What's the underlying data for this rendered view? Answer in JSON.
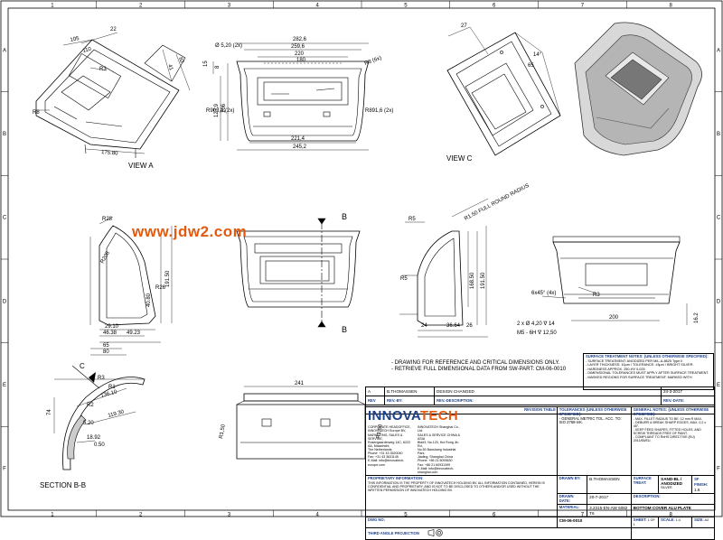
{
  "grid": {
    "columns": [
      "1",
      "2",
      "3",
      "4",
      "5",
      "6",
      "7",
      "8"
    ],
    "rows": [
      "A",
      "B",
      "C",
      "D",
      "E",
      "F"
    ]
  },
  "watermark": "www.jdw2.com",
  "views": {
    "view_a": {
      "label": "VIEW A",
      "dims": [
        "105",
        "22",
        "110",
        "R3",
        "R8",
        "41",
        "82",
        "175.80"
      ]
    },
    "front": {
      "dims": [
        "282,6",
        "259,6",
        "220",
        "180",
        "Ø 5,20 (2x)",
        "15",
        "8",
        "R3 (6x)",
        "R903,4 (2x)",
        "R891,6 (2x)",
        "127,9",
        "106",
        "221,4",
        "245,2"
      ]
    },
    "view_c": {
      "label": "VIEW C",
      "dims": [
        "27",
        "14°",
        "65"
      ]
    },
    "side_left": {
      "dims": [
        "R28",
        "R208",
        "R26",
        "191.50",
        "40.80",
        "29.10",
        "46.38",
        "49.23",
        "65",
        "80"
      ]
    },
    "section_front": {
      "cut_label": "B"
    },
    "side_right": {
      "dims": [
        "R5",
        "R1.50 FULL ROUND RADIUS",
        "R5",
        "168.50",
        "191.50",
        "24",
        "36.64",
        "26",
        "2 x Ø 4,20 ∇ 14",
        "M5 - 6H ∇ 12,50"
      ]
    },
    "right_front": {
      "dims": [
        "6x45° (4x)",
        "R3",
        "200",
        "16.2"
      ]
    },
    "section_bb": {
      "label": "SECTION B-B",
      "cut_label": "C",
      "dims": [
        "R3",
        "R1",
        "74",
        "136.10",
        "R2",
        "119.30",
        "5.20",
        "18.92",
        "0.50"
      ]
    },
    "bottom": {
      "dims": [
        "241",
        "R1,50",
        "R1,50"
      ]
    }
  },
  "notes": [
    "- DRAWING FOR REFERENCE AND CRITICAL DIMENSIONS ONLY.",
    "- RETRIEVE FULL DIMENSIONAL DATA FROM SW-PART: CM-06-0010"
  ],
  "surface_notes": {
    "title": "SURFACE TREATMENT NOTES: (UNLESS OTHERWISE SPECIFIED):",
    "items": [
      "- SURFACE TREATMENT: ANODIZED PER MIL-A-8625 Type II",
      "- LAYER THICKNESS: 10µm / TOLERANCE: ±3µm / BRIGHT SILVER.",
      "- HARDNESS APPROX. 250-HV 0,025",
      "- DIMENSIONAL TOLERANCES MUST APPLY AFTER SURFACE TREATMENT.",
      "- MASKED REGIONS FOR SURFACE TREATMENT: MARKED WITH"
    ]
  },
  "revision": {
    "rows": [
      {
        "rev": "A",
        "by": "B.THOMASSEN",
        "desc": "DESIGN CHANGED",
        "date": "24-3-2017"
      }
    ],
    "headers": {
      "rev": "REV",
      "by": "REV.-BY:",
      "desc": "REV.-DESCRIPTION:",
      "date": "REV.-DATE:"
    },
    "table_title": "REVISION TABLE"
  },
  "titleblock": {
    "logo_main": "INNOVA",
    "logo_accent": "TECH",
    "company_lines": [
      "CORPORATE HEADOFFICE, INNOVATECH Europe BV, MARKETING, SALES & SERVICE,",
      "Rosengaarderweg 14C, 6222 AA, Maastricht,",
      "The Netherlands",
      "Phone: +31 43 3520040",
      "Fax: +31 43 3631145",
      "E-Mail: info@innovatech-europe.com"
    ],
    "china_lines": [
      "INNOVATECH Shanghai Co., Ltd.",
      "SALES & SERVICE CHINA & ASIA",
      "Bld#3, No.120, Hui Rong Jin Rd,",
      "No.50 Baoshang Industrial Park,",
      "Jiading, Shanghai China",
      "Phone: +86 21 6093630",
      "Fax: +86 21 60931399",
      "E-Mail: info@innovatech-shanghai.com"
    ],
    "proprietary_title": "PROPRIETARY INFORMATION:",
    "proprietary_text": "THIS INFORMATION IS THE PROPERTY OF INNOVATECH HOLDING BV. ALL INFORMATION CONTAINED, HEREIN IS CONFIDENTIAL AND PROPRIETARY, AND IS NOT TO BE DISCLOSED TO OTHERS AND/OR USED WITHOUT THE WRITTEN PERMISSION OF INNOVATECH HOLDING BV.",
    "tolerances_title": "TOLERANCES (UNLESS OTHERWISE SPECIFIED):",
    "tolerances_text": "- GENERAL METRIC TOL. ACC. TO: ISO 2768-mK.",
    "general_title": "GENERAL NOTES: (UNLESS OTHERWISE SPECIFIED):",
    "general_items": [
      "- MAX. FILLET RADIUS TO BE: 12 mm R MAX.",
      "- DEBURR & BREAK SHARP EDGES, MAX. 0,2 x 45°.",
      "- KEEP FEED SHAPES, FITTED HOLES, AND SCREW THREADS FREE OF PAINT.",
      "- COMPLIANT TO RoHS DIRECTIVE (EU) 2011/65/EU."
    ],
    "drawn_by_label": "DRAWN BY:",
    "drawn_by": "B.THOMASSEN",
    "drawn_date_label": "DRAWN DATE:",
    "drawn_date": "20-7-2017",
    "material_label": "MATERIAL:",
    "material": "3.2315-EN-AW 6082 T6",
    "dwg_no_label": "DWG NO:",
    "dwg_no": "CM-06-0010",
    "projection_label": "THIRD ANGLE PROJECTION",
    "surface_label": "SURFACE TREAT:",
    "surface_value": "SAND-BL / ANODIZED",
    "surface_sub": "SILVER",
    "roughness_label": "SF FINISH:",
    "roughness_value": "1.6",
    "description_label": "DESCRIPTION:",
    "description": "BOTTOM COVER ALU PLATE",
    "sheet_label": "SHEET:",
    "sheet": "1 OF 1",
    "scale_label": "SCALE:",
    "scale": "1:4",
    "size_label": "SIZE:",
    "size": "A3"
  }
}
